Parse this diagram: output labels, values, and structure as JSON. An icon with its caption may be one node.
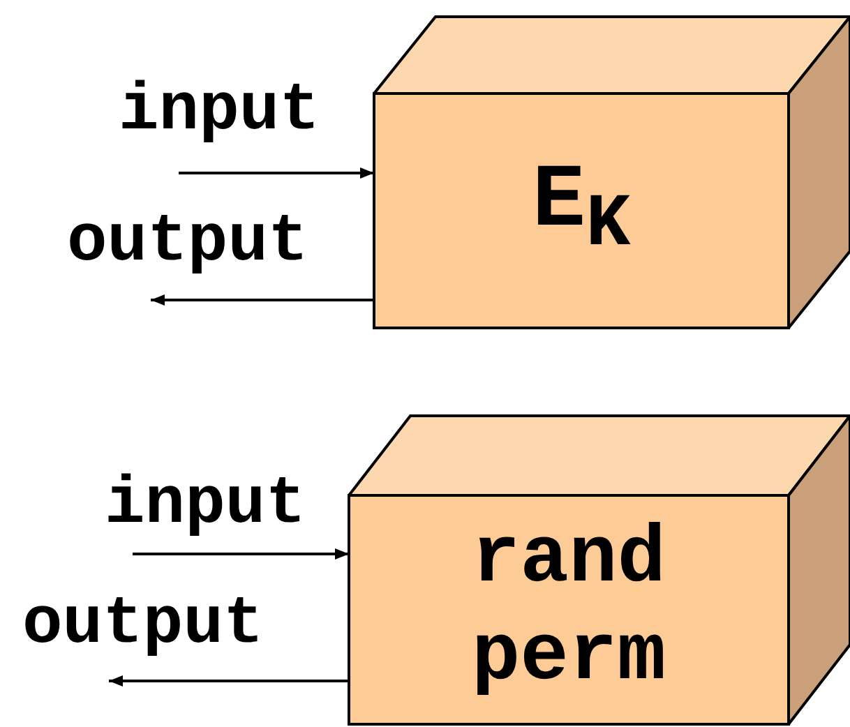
{
  "diagram": {
    "nodes": [
      {
        "text": [
          "E$_{K}$"
        ]
      },
      {
        "text": [
          "rand perm"
        ]
      }
    ],
    "edges": [
      {
        "from": null,
        "to": 0,
        "arrow": "to",
        "label": "input"
      },
      {
        "from": 0,
        "to": null,
        "arrow": "to",
        "label": "output"
      },
      {
        "from": null,
        "to": 1,
        "arrow": "to",
        "label": "input"
      },
      {
        "from": 1,
        "to": null,
        "arrow": "to",
        "label": "output"
      }
    ]
  }
}
